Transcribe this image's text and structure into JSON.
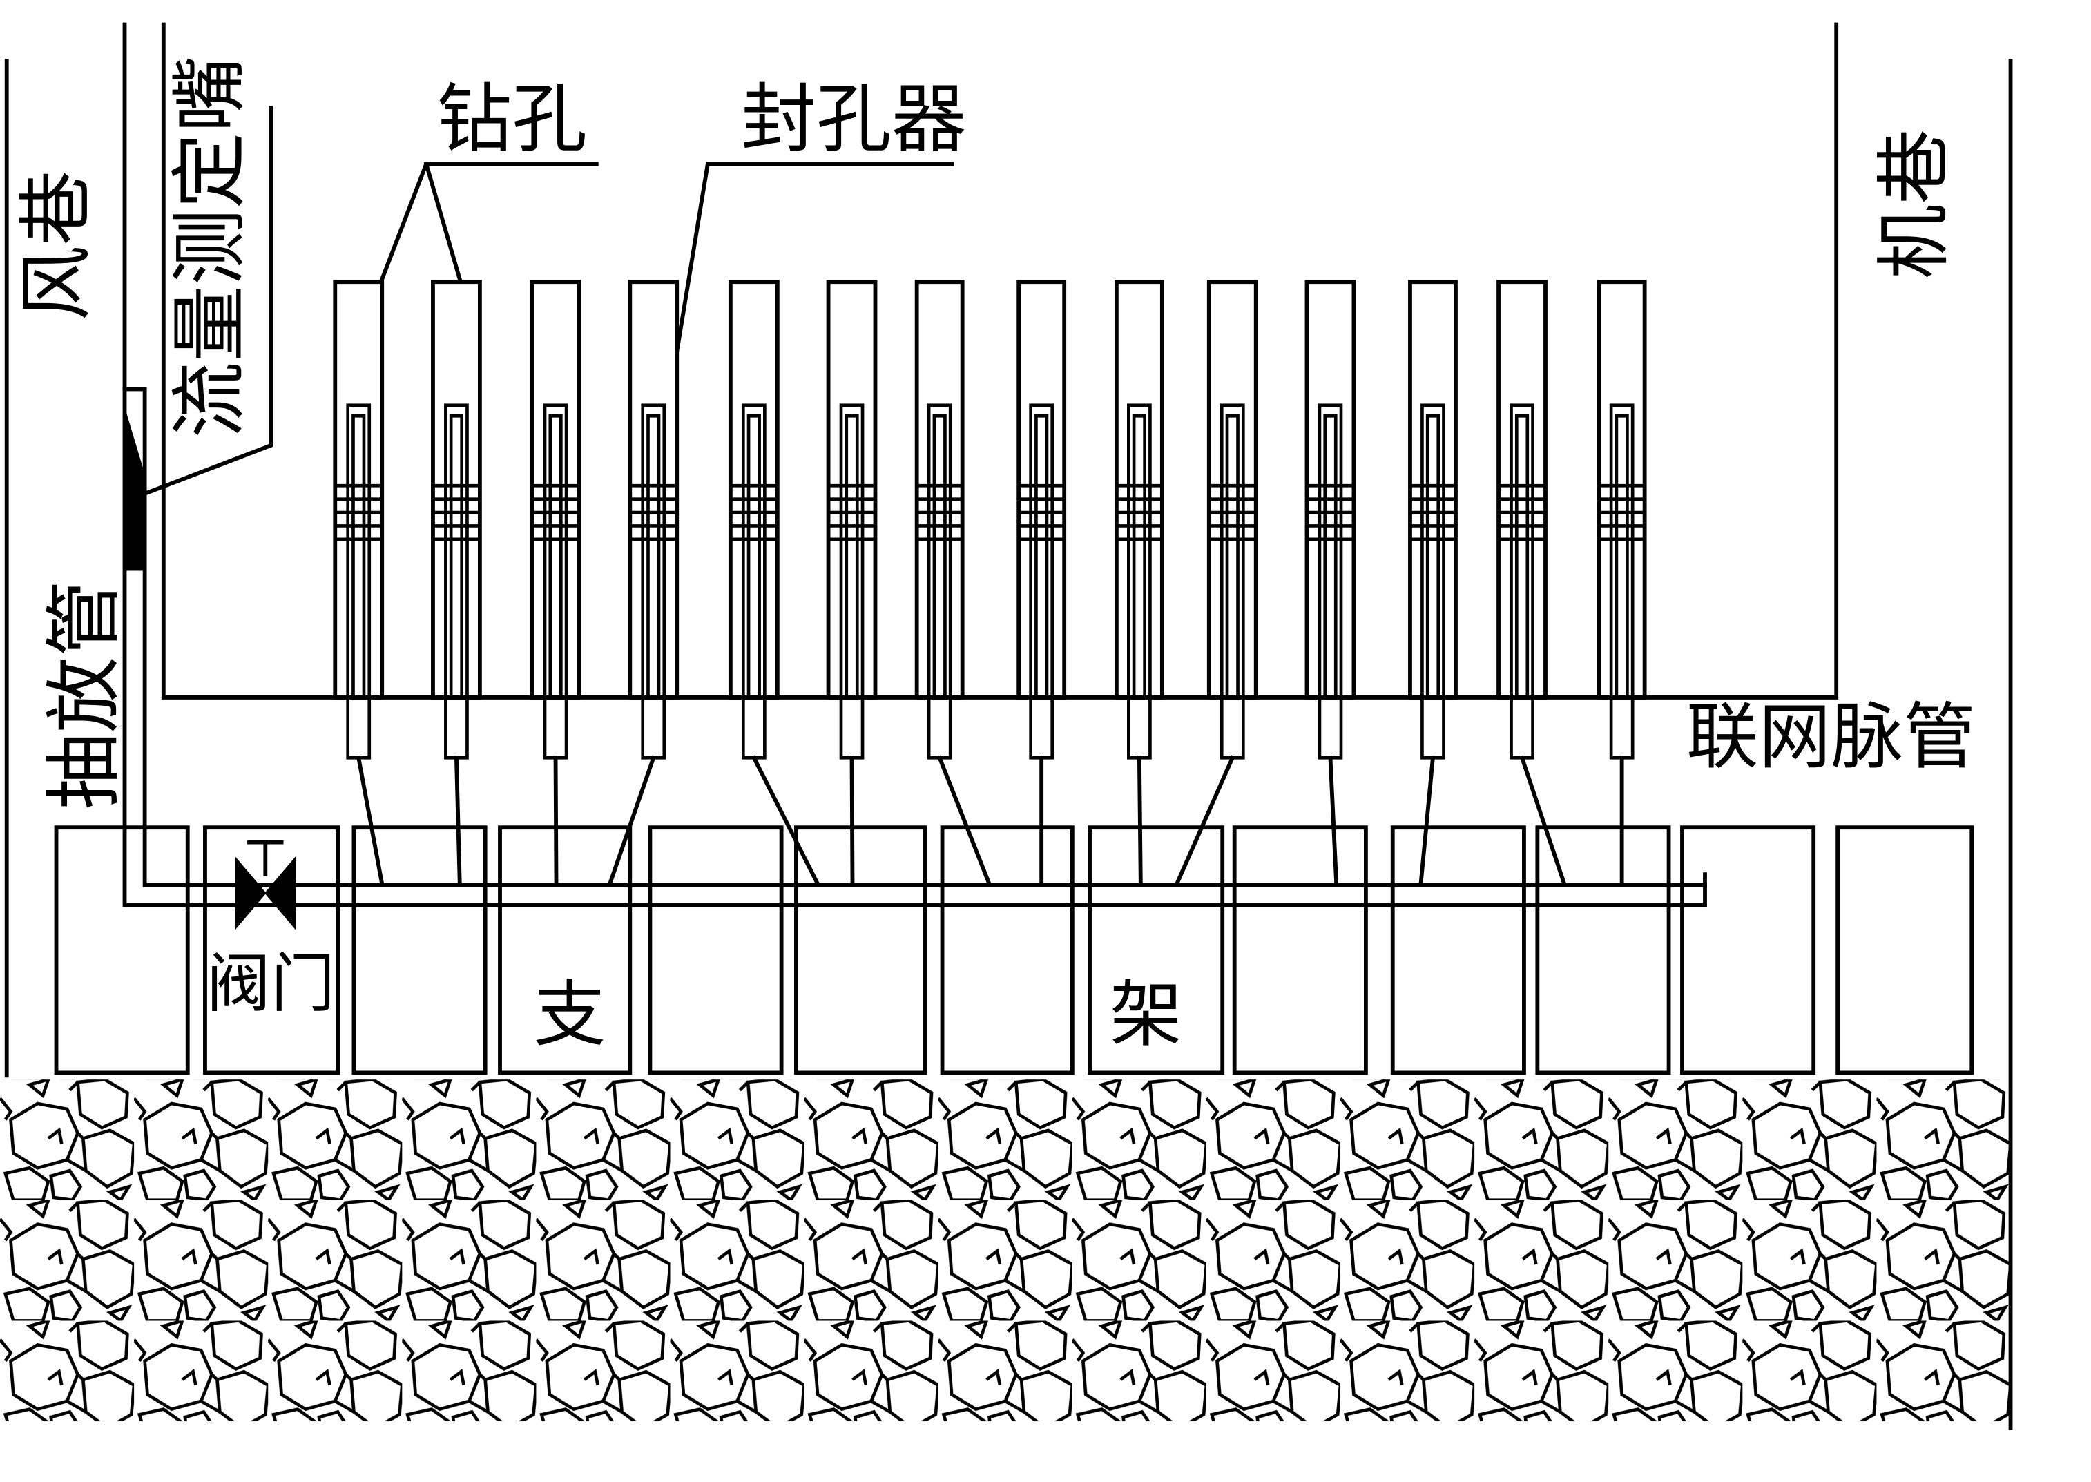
{
  "diagram": {
    "labels": {
      "air_roadway": "风巷",
      "flow_measuring_nozzle": "流量测定嘴",
      "borehole": "钻孔",
      "hole_sealer": "封孔器",
      "machine_roadway": "机巷",
      "drainage_pipe": "抽放管",
      "network_pipe": "联网脉管",
      "valve": "阀门",
      "support_char_1": "支",
      "support_char_2": "架"
    },
    "colors": {
      "line": "#000000",
      "background": "#ffffff"
    }
  }
}
